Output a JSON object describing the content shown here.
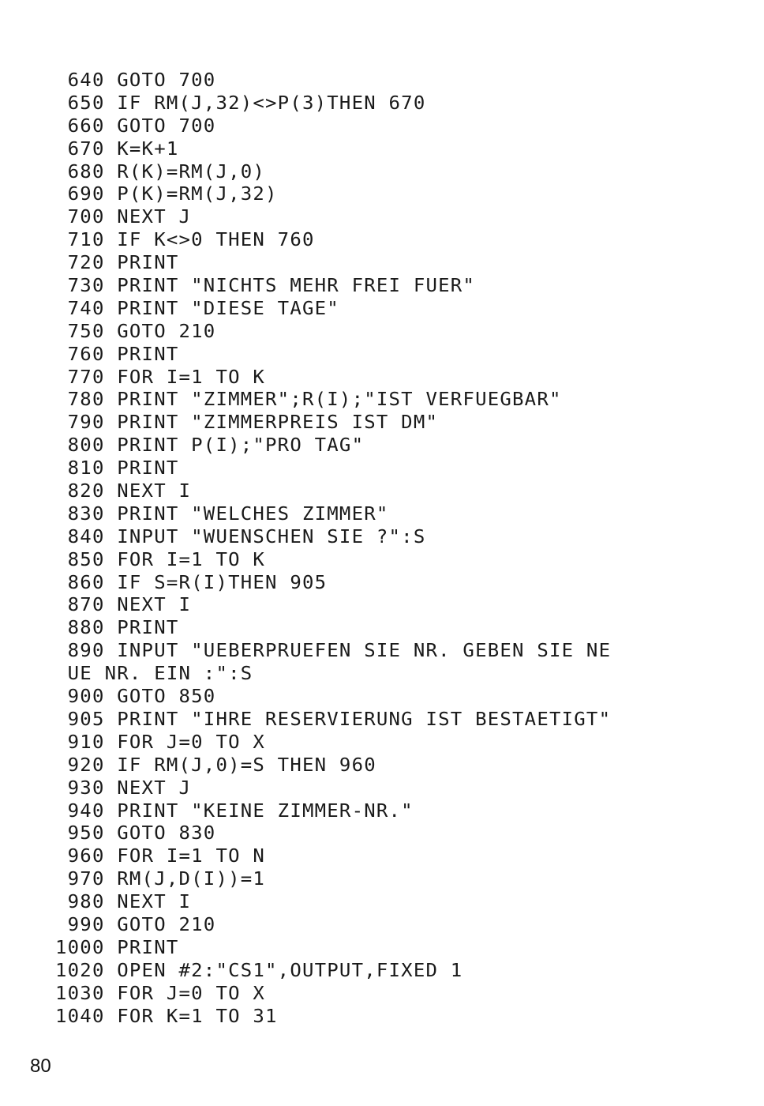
{
  "listing": {
    "lines": [
      " 640 GOTO 700",
      " 650 IF RM(J,32)<>P(3)THEN 670",
      " 660 GOTO 700",
      " 670 K=K+1",
      " 680 R(K)=RM(J,0)",
      " 690 P(K)=RM(J,32)",
      " 700 NEXT J",
      " 710 IF K<>0 THEN 760",
      " 720 PRINT",
      " 730 PRINT \"NICHTS MEHR FREI FUER\"",
      " 740 PRINT \"DIESE TAGE\"",
      " 750 GOTO 210",
      " 760 PRINT",
      " 770 FOR I=1 TO K",
      " 780 PRINT \"ZIMMER\";R(I);\"IST VERFUEGBAR\"",
      " 790 PRINT \"ZIMMERPREIS IST DM\"",
      " 800 PRINT P(I);\"PRO TAG\"",
      " 810 PRINT",
      " 820 NEXT I",
      " 830 PRINT \"WELCHES ZIMMER\"",
      " 840 INPUT \"WUENSCHEN SIE ?\":S",
      " 850 FOR I=1 TO K",
      " 860 IF S=R(I)THEN 905",
      " 870 NEXT I",
      " 880 PRINT",
      " 890 INPUT \"UEBERPRUEFEN SIE NR. GEBEN SIE NE",
      " UE NR. EIN :\":S",
      " 900 GOTO 850",
      " 905 PRINT \"IHRE RESERVIERUNG IST BESTAETIGT\"",
      " 910 FOR J=0 TO X",
      " 920 IF RM(J,0)=S THEN 960",
      " 930 NEXT J",
      " 940 PRINT \"KEINE ZIMMER-NR.\"",
      " 950 GOTO 830",
      " 960 FOR I=1 TO N",
      " 970 RM(J,D(I))=1",
      " 980 NEXT I",
      " 990 GOTO 210",
      "1000 PRINT",
      "1020 OPEN #2:\"CS1\",OUTPUT,FIXED 1",
      "1030 FOR J=0 TO X",
      "1040 FOR K=1 TO 31"
    ]
  },
  "page": {
    "number": "80"
  }
}
